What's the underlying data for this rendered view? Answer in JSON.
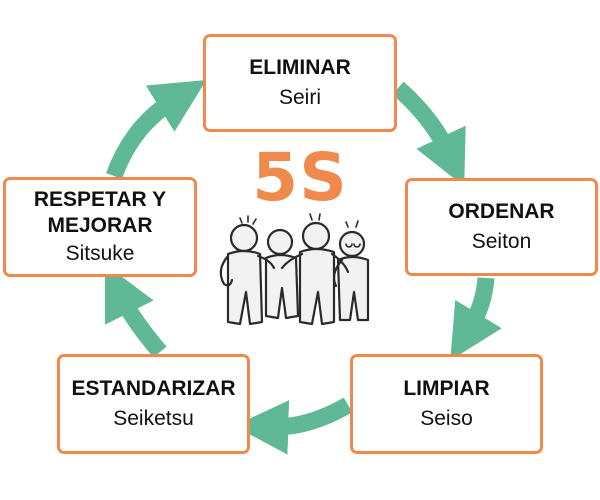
{
  "center": {
    "title": "5S",
    "illustration": "group-of-people-illustration"
  },
  "steps": [
    {
      "title": "ELIMINAR",
      "subtitle": "Seiri"
    },
    {
      "title": "ORDENAR",
      "subtitle": "Seiton"
    },
    {
      "title": "LIMPIAR",
      "subtitle": "Seiso"
    },
    {
      "title": "ESTANDARIZAR",
      "subtitle": "Seiketsu"
    },
    {
      "title": "RESPETAR Y\nMEJORAR",
      "subtitle": "Sitsuke"
    }
  ],
  "colors": {
    "accent": "#f0894c",
    "arrow": "#5fb896",
    "text": "#111111"
  }
}
